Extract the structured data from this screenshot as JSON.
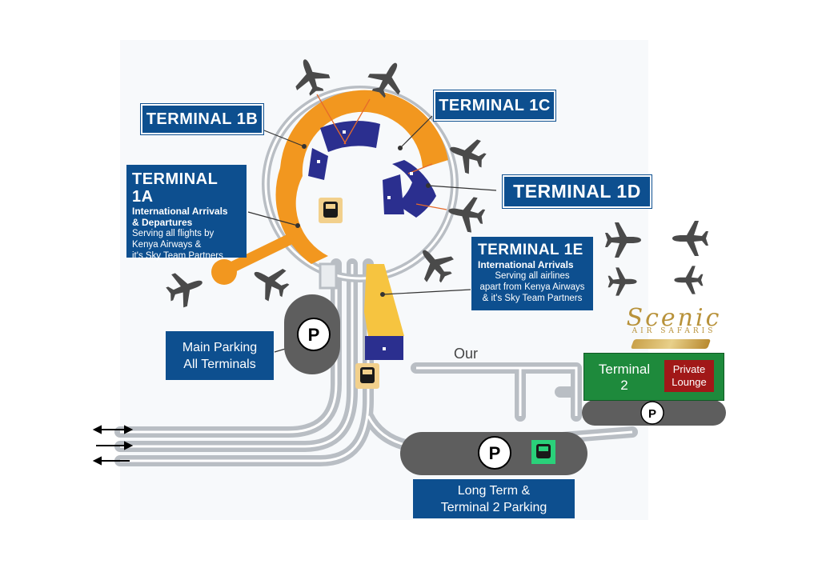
{
  "terminals": {
    "t1a": {
      "title": "TERMINAL 1A",
      "line1": "International Arrivals",
      "line2": "& Departures",
      "desc1": "Serving all flights by",
      "desc2": "Kenya Airways &",
      "desc3": "it's Sky Team Partners"
    },
    "t1b": {
      "title": "TERMINAL 1B"
    },
    "t1c": {
      "title": "TERMINAL 1C"
    },
    "t1d": {
      "title": "TERMINAL 1D"
    },
    "t1e": {
      "title": "TERMINAL 1E",
      "line1": "International Arrivals",
      "desc1": "Serving all airlines",
      "desc2": "apart from Kenya Airways",
      "desc3": "& it's Sky Team Partners"
    }
  },
  "parking": {
    "main_line1": "Main Parking",
    "main_line2": "All Terminals",
    "long_line1": "Long Term &",
    "long_line2": "Terminal 2 Parking",
    "symbol": "P"
  },
  "terminal2": {
    "line1": "Terminal",
    "line2": "2",
    "lounge_line1": "Private",
    "lounge_line2": "Lounge"
  },
  "our_label": "Our",
  "brand": {
    "script": "Scenic",
    "sub": "AIR SAFARIS"
  },
  "icons": [
    "airplane-icon",
    "bus-icon",
    "parking-icon",
    "arrow-icon"
  ],
  "colors": {
    "terminal_orange": "#f2971f",
    "gate_navy": "#2b2f8f",
    "terminal_yellow": "#f6c440",
    "label_blue": "#0d4f8f",
    "parking_gray": "#5e5e5e",
    "terminal2_green": "#1e8a3c",
    "lounge_red": "#a11818",
    "bus_tan": "#f2d08c",
    "bus_green": "#2ad17a"
  }
}
